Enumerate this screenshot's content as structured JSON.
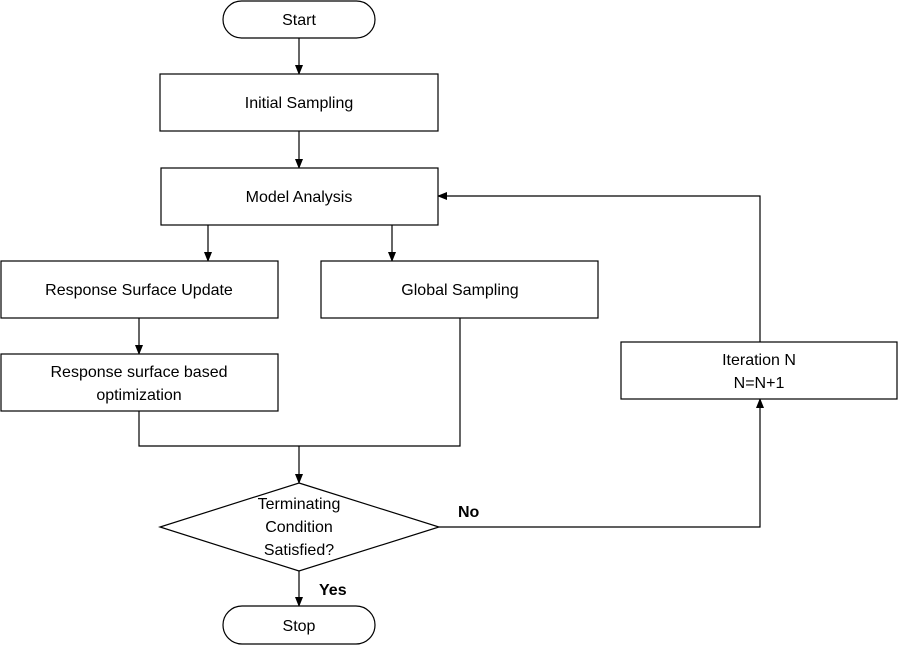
{
  "nodes": {
    "start": "Start",
    "initial_sampling": "Initial Sampling",
    "model_analysis": "Model Analysis",
    "response_surface_update": "Response Surface Update",
    "global_sampling": "Global Sampling",
    "rs_optimization_line1": "Response surface based",
    "rs_optimization_line2": "optimization",
    "iteration_line1": "Iteration N",
    "iteration_line2": "N=N+1",
    "decision_line1": "Terminating",
    "decision_line2": "Condition",
    "decision_line3": "Satisfied?",
    "stop": "Stop"
  },
  "edge_labels": {
    "no": "No",
    "yes": "Yes"
  },
  "colors": {
    "stroke": "#000000",
    "fill": "#ffffff",
    "text": "#000000"
  }
}
